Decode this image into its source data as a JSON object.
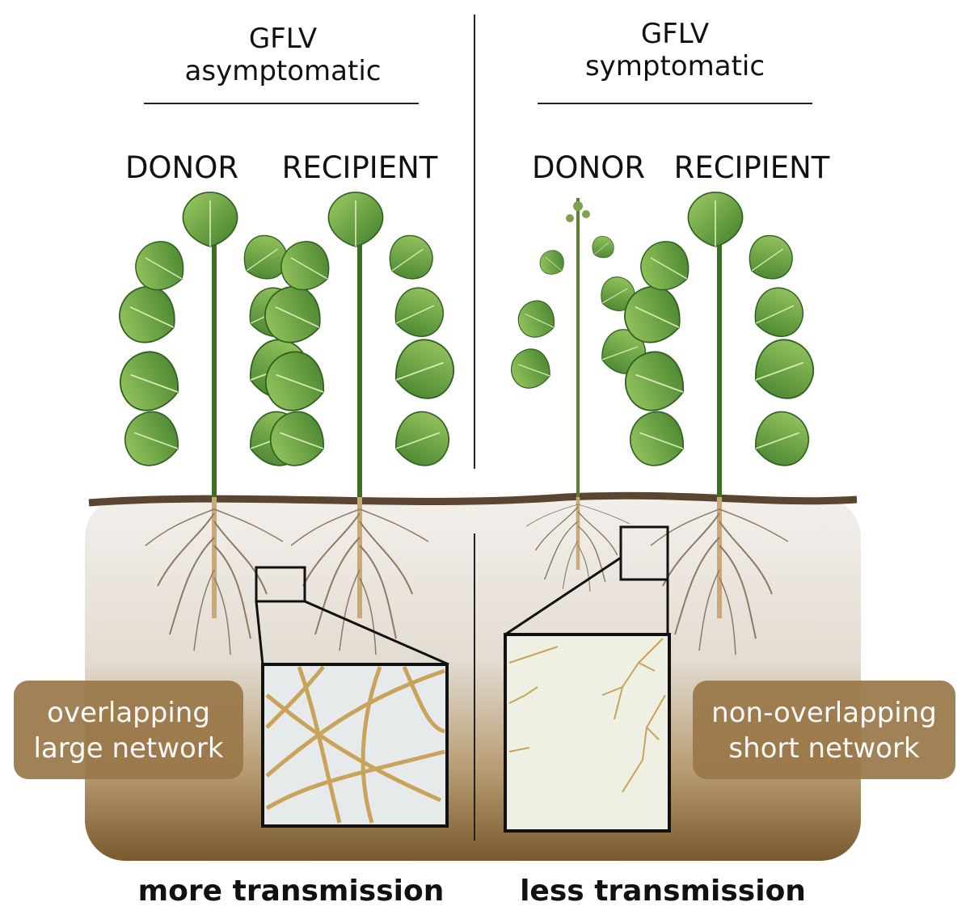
{
  "left_panel": {
    "title_line1": "GFLV",
    "title_line2": "asymptomatic",
    "donor_label": "DONOR",
    "recipient_label": "RECIPIENT",
    "network_line1": "overlapping",
    "network_line2": "large network",
    "outcome": "more transmission"
  },
  "right_panel": {
    "title_line1": "GFLV",
    "title_line2": "symptomatic",
    "donor_label": "DONOR",
    "recipient_label": "RECIPIENT",
    "network_line1": "non-overlapping",
    "network_line2": "short network",
    "outcome": "less transmission"
  },
  "colors": {
    "leaf_dark": "#3f7d2a",
    "leaf_light": "#8cbf55",
    "soil": "#8a6a3e",
    "root": "#c9a96a",
    "badge": "#9a7748"
  },
  "icons": [
    "healthy-plant-icon",
    "stunted-plant-icon",
    "root-network-icon"
  ]
}
